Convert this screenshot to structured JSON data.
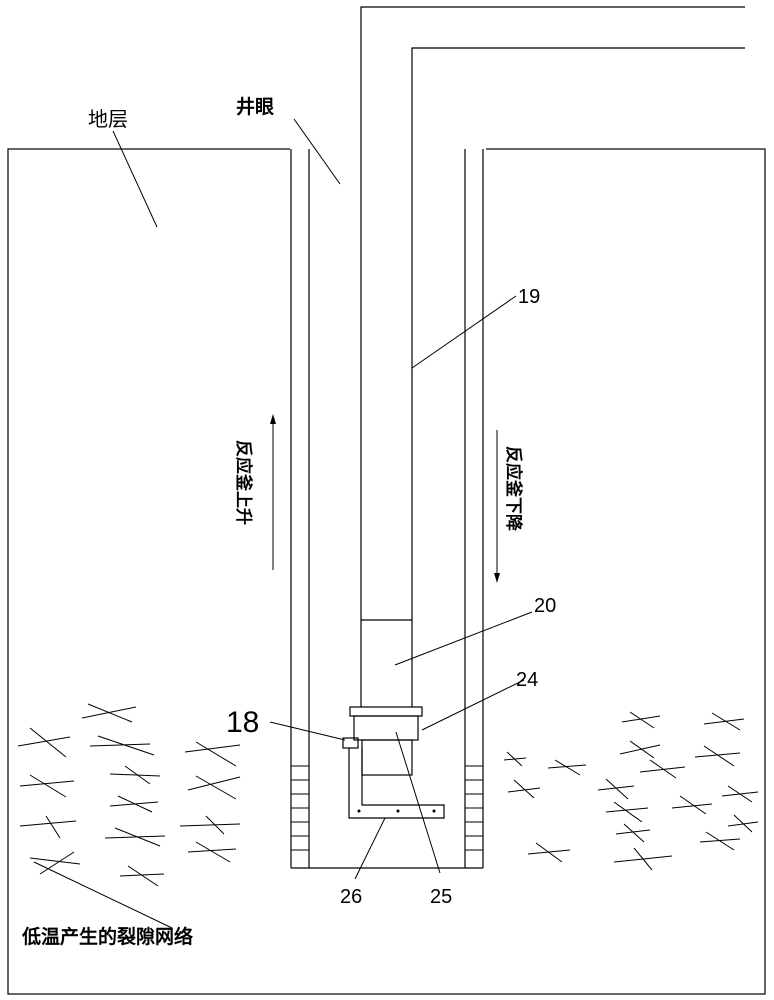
{
  "labels": {
    "formation": "地层",
    "wellbore": "井眼",
    "fracture_network": "低温产生的裂隙网络",
    "reactor_up": "反应釜上升",
    "reactor_down": "反应釜下降"
  },
  "part_numbers": {
    "n18": "18",
    "n19": "19",
    "n20": "20",
    "n24": "24",
    "n25": "25",
    "n26": "26"
  }
}
